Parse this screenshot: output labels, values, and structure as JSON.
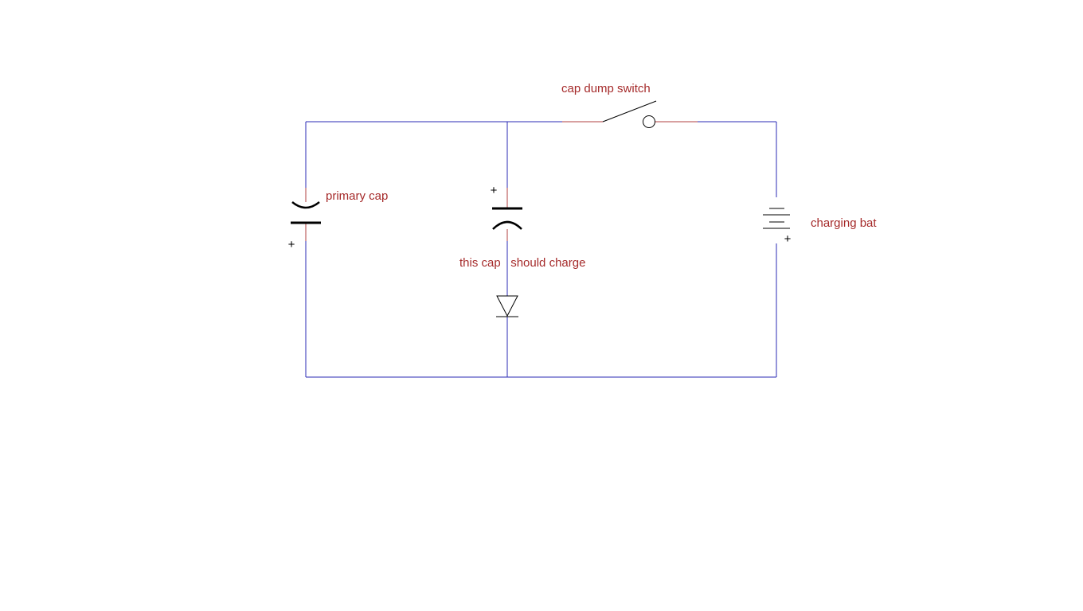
{
  "labels": {
    "switch": "cap dump switch",
    "primary_cap": "primary cap",
    "second_cap": "this cap   should charge",
    "battery": "charging bat"
  },
  "polarity": {
    "primary_cap_plus": "+",
    "second_cap_plus": "+",
    "battery_plus": "+"
  },
  "colors": {
    "wire": "#2b2bb5",
    "lead": "#b04040",
    "label": "#a52a2a",
    "symbol": "#000000",
    "background": "#ffffff"
  }
}
